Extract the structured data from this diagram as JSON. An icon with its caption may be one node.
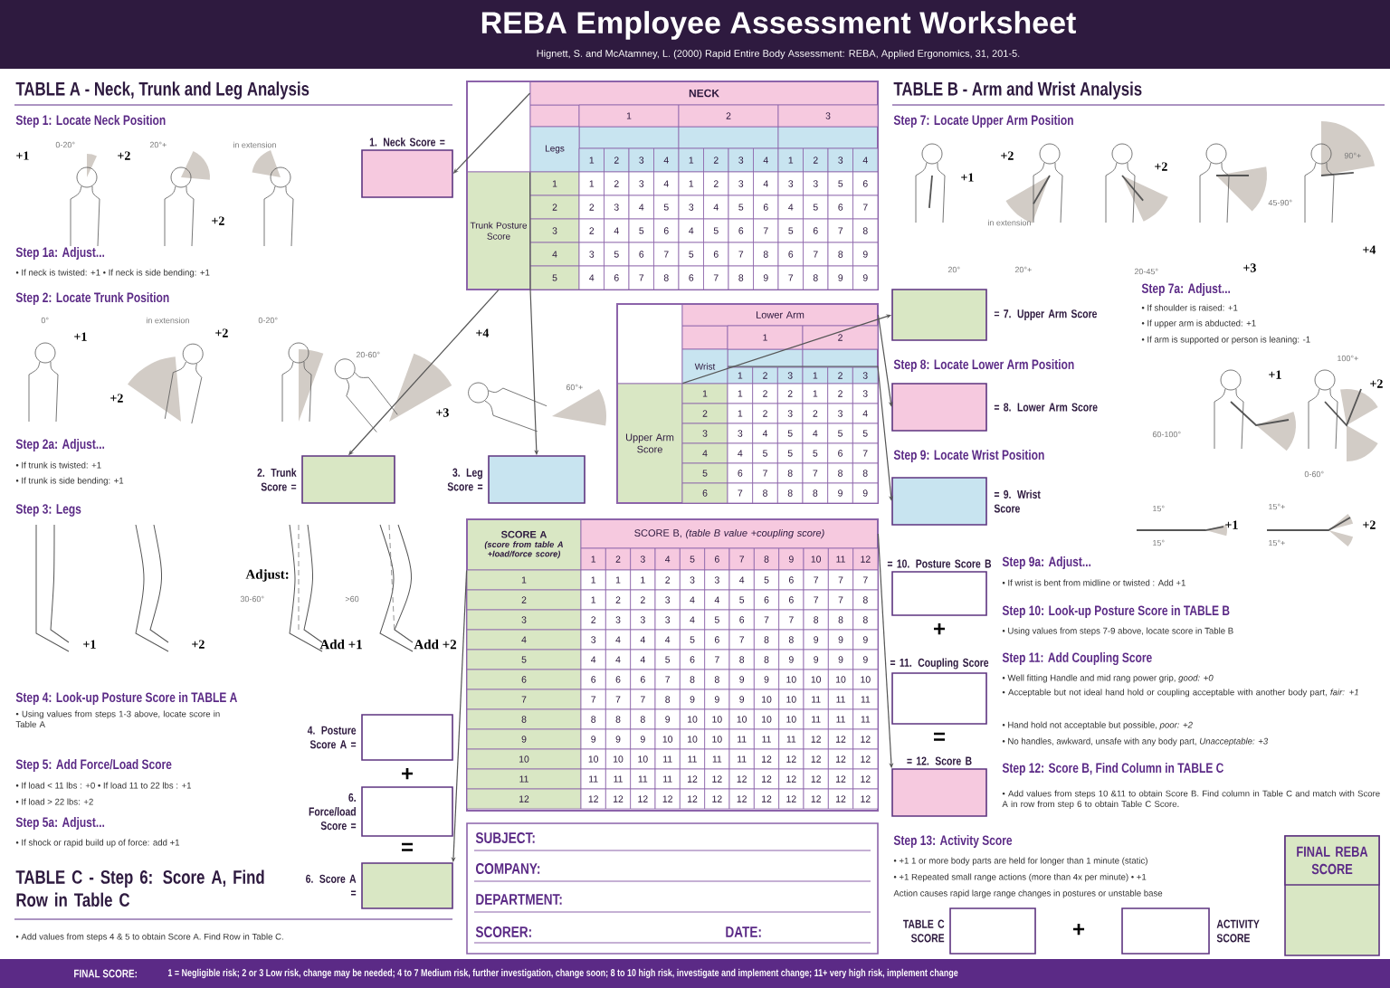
{
  "diagram": {
    "title": "REBA Employee Assessment Worksheet",
    "nodes": [
      {
        "text": [
          "1. Neck Score ="
        ]
      },
      {
        "text": [
          "2. Trunk Score ="
        ]
      },
      {
        "text": [
          "3. Leg Score ="
        ]
      },
      {
        "text": [
          "4. Posture Score A ="
        ]
      },
      {
        "text": [
          "6. Force/load Score ="
        ]
      },
      {
        "text": [
          "6. Score A ="
        ]
      },
      {
        "text": [
          "= 7. Upper Arm Score"
        ]
      },
      {
        "text": [
          "= 8. Lower Arm Score"
        ]
      },
      {
        "text": [
          "= 9. Wrist Score"
        ]
      },
      {
        "text": [
          "= 10. Posture Score B"
        ]
      },
      {
        "text": [
          "= 11. Coupling Score"
        ]
      },
      {
        "text": [
          "= 12. Score B"
        ]
      },
      {
        "text": [
          "TABLE C SCORE"
        ]
      },
      {
        "text": [
          "ACTIVITY SCORE"
        ]
      },
      {
        "text": [
          "FINAL REBA SCORE"
        ]
      },
      {
        "text": [
          "NECK"
        ]
      },
      {
        "text": [
          "Legs"
        ]
      },
      {
        "text": [
          "Trunk Posture Score"
        ]
      },
      {
        "text": [
          "Lower Arm"
        ]
      },
      {
        "text": [
          "Wrist"
        ]
      },
      {
        "text": [
          "Upper Arm Score"
        ]
      },
      {
        "text": [
          "SCORE A",
          "(score from table A +load/force score)"
        ]
      },
      {
        "text": [
          "SCORE B, *(table B value +coupling score)*"
        ]
      }
    ],
    "edges": [
      {
        "from": 15,
        "to": 0,
        "arrow": "to"
      },
      {
        "from": 17,
        "to": 1,
        "arrow": "to"
      },
      {
        "from": 16,
        "to": 2,
        "arrow": "to"
      },
      {
        "from": 21,
        "to": 5,
        "arrow": "to"
      },
      {
        "from": 20,
        "to": 6,
        "arrow": "to"
      },
      {
        "from": 18,
        "to": 7,
        "arrow": "to"
      },
      {
        "from": 19,
        "to": 8,
        "arrow": "to"
      },
      {
        "from": 22,
        "to": 11,
        "arrow": "to"
      }
    ],
    "labels": [
      "Hignett, S. and McAtamney, L. (2000) Rapid Entire Body Assessment: REBA, Applied Ergonomics, 31, 201-5.",
      "TABLE A - Neck, Trunk and Leg Analysis",
      "Step 1: Locate Neck Position",
      "0-20°",
      "+1",
      "+2",
      "20°+",
      "in extension",
      "+2",
      "Step 1a: Adjust...",
      "• If neck is twisted: +1  • If neck is side bending: +1",
      "Step 2: Locate Trunk Position",
      "0°",
      "+1",
      "in extension",
      "+2",
      "+2",
      "0-20°",
      "20-60°",
      "+4",
      "60°+",
      "+3",
      "Step 2a: Adjust...",
      "• If trunk is twisted: +1",
      "• If trunk is side bending: +1",
      "Step 3: Legs",
      "+1",
      "+2",
      "Adjust:",
      "30-60°",
      ">60",
      "Add +1",
      "Add +2",
      "Step 4: Look-up Posture Score in TABLE A",
      "• Using values from steps 1-3 above, locate score in Table A",
      "+",
      "Step 5: Add Force/Load Score",
      "• If load < 11 lbs : +0  • If load 11 to 22 lbs : +1",
      "• If load > 22 lbs: +2",
      "Step 5a: Adjust...",
      "• If shock or rapid build up of force: add +1",
      "=",
      "TABLE C - Step 6: Score A, Find Row in Table C",
      "• Add values from steps 4 & 5 to obtain Score A. Find Row in Table C.",
      "1",
      "2",
      "3",
      "1",
      "2",
      "3",
      "4",
      "1",
      "2",
      "3",
      "4",
      "1",
      "2",
      "3",
      "4",
      "1",
      "1",
      "2",
      "3",
      "4",
      "1",
      "2",
      "3",
      "4",
      "3",
      "3",
      "5",
      "6",
      "2",
      "2",
      "3",
      "4",
      "5",
      "3",
      "4",
      "5",
      "6",
      "4",
      "5",
      "6",
      "7",
      "3",
      "2",
      "4",
      "5",
      "6",
      "4",
      "5",
      "6",
      "7",
      "5",
      "6",
      "7",
      "8",
      "4",
      "3",
      "5",
      "6",
      "7",
      "5",
      "6",
      "7",
      "8",
      "6",
      "7",
      "8",
      "9",
      "5",
      "4",
      "6",
      "7",
      "8",
      "6",
      "7",
      "8",
      "9",
      "7",
      "8",
      "9",
      "9",
      "1",
      "2",
      "1",
      "2",
      "3",
      "1",
      "2",
      "3",
      "1",
      "1",
      "2",
      "2",
      "1",
      "2",
      "3",
      "2",
      "1",
      "2",
      "3",
      "2",
      "3",
      "4",
      "3",
      "3",
      "4",
      "5",
      "4",
      "5",
      "5",
      "4",
      "4",
      "5",
      "5",
      "5",
      "6",
      "7",
      "5",
      "6",
      "7",
      "8",
      "7",
      "8",
      "8",
      "6",
      "7",
      "8",
      "8",
      "8",
      "9",
      "9",
      "1",
      "2",
      "3",
      "4",
      "5",
      "6",
      "7",
      "8",
      "9",
      "10",
      "11",
      "12",
      "1",
      "1",
      "1",
      "1",
      "2",
      "3",
      "3",
      "4",
      "5",
      "6",
      "7",
      "7",
      "7",
      "2",
      "1",
      "2",
      "2",
      "3",
      "4",
      "4",
      "5",
      "6",
      "6",
      "7",
      "7",
      "8",
      "3",
      "2",
      "3",
      "3",
      "3",
      "4",
      "5",
      "6",
      "7",
      "7",
      "8",
      "8",
      "8",
      "4",
      "3",
      "4",
      "4",
      "4",
      "5",
      "6",
      "7",
      "8",
      "8",
      "9",
      "9",
      "9",
      "5",
      "4",
      "4",
      "4",
      "5",
      "6",
      "7",
      "8",
      "8",
      "9",
      "9",
      "9",
      "9",
      "6",
      "6",
      "6",
      "6",
      "7",
      "8",
      "8",
      "9",
      "9",
      "10",
      "10",
      "10",
      "10",
      "7",
      "7",
      "7",
      "7",
      "8",
      "9",
      "9",
      "9",
      "10",
      "10",
      "11",
      "11",
      "11",
      "8",
      "8",
      "8",
      "8",
      "9",
      "10",
      "10",
      "10",
      "10",
      "10",
      "11",
      "11",
      "11",
      "9",
      "9",
      "9",
      "9",
      "10",
      "10",
      "10",
      "11",
      "11",
      "11",
      "12",
      "12",
      "12",
      "10",
      "10",
      "10",
      "10",
      "11",
      "11",
      "11",
      "11",
      "12",
      "12",
      "12",
      "12",
      "12",
      "11",
      "11",
      "11",
      "11",
      "11",
      "12",
      "12",
      "12",
      "12",
      "12",
      "12",
      "12",
      "12",
      "12",
      "12",
      "12",
      "12",
      "12",
      "12",
      "12",
      "12",
      "12",
      "12",
      "12",
      "12",
      "12",
      "SUBJECT:",
      "COMPANY:",
      "DEPARTMENT:",
      "SCORER:",
      "DATE:",
      "TABLE B - Arm and Wrist Analysis",
      "Step 7: Locate Upper Arm Position",
      "+1",
      "+2",
      "in extension",
      "20°",
      "20°+",
      "+2",
      "20-45°",
      "45-90°",
      "+3",
      "90°+",
      "+4",
      "Step 7a: Adjust...",
      "• If shoulder is raised: +1",
      "• If upper arm is abducted: +1",
      "• If arm is supported or person is leaning: -1",
      "Step 8: Locate Lower Arm Position",
      "+1",
      "+2",
      "60-100°",
      "100°+",
      "0-60°",
      "Step 9: Locate Wrist Position",
      "15°",
      "+1",
      "15°",
      "15°+",
      "+2",
      "15°+",
      "+",
      "=",
      "Step 9a: Adjust...",
      "• If wrist is bent from midline or twisted : Add +1",
      "Step 10: Look-up Posture Score in TABLE B",
      "• Using values from steps 7-9 above, locate score in Table B",
      "Step 11: Add Coupling Score",
      "• Well fitting Handle and mid rang power grip, *good: +0*",
      "• Acceptable but not ideal hand hold or coupling acceptable with another body part, *fair: +1*",
      "• Hand hold not acceptable but possible, *poor: +2*",
      "• No handles, awkward, unsafe with any body part, *Unacceptable: +3*",
      "Step 12: Score B, Find Column in TABLE C",
      "• Add values from steps 10 &11 to obtain Score B. Find column in Table C and match with Score A in row from step 6 to obtain Table C Score.",
      "Step 13: Activity Score",
      "• +1 1 or more body parts are held for longer than 1 minute (static)",
      "• +1 Repeated small range actions (more than 4x per minute)  • +1",
      "Action causes rapid large range changes in postures or unstable base",
      "+",
      "FINAL SCORE:",
      "1 = Negligible risk; 2 or 3 Low risk, change may be needed; 4 to 7 Medium risk, further investigation, change soon; 8 to 10 high risk, investigate and implement change; 11+ very high risk, implement change"
    ]
  }
}
